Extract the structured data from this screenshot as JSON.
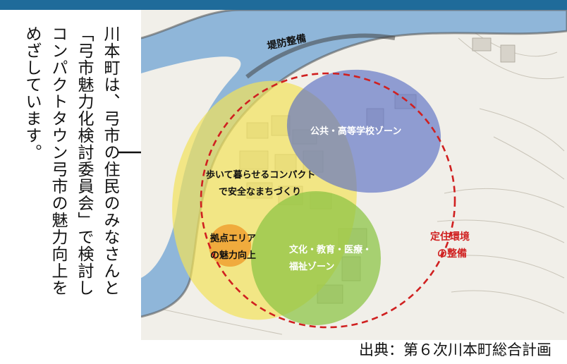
{
  "text_lines": [
    "川本町は、弓市の住民のみなさんと",
    "「弓市魅力化検討委員会」で検討し",
    "コンパクトタウン弓市の魅力向上を",
    "めざしています。"
  ],
  "map": {
    "labels": {
      "levee": "堤防整備",
      "public_zone": "公共・高等学校ゾーン",
      "walkable_1": "歩いて暮らせるコンパクト",
      "walkable_2": "で安全なまちづくり",
      "hub_1": "拠点エリア",
      "hub_2": "の魅力向上",
      "culture_1": "文化・教育・医療・",
      "culture_2": "福祉ゾーン",
      "settle_1": "定住環境",
      "settle_2": "の整備"
    },
    "colors": {
      "river": "#8fb6d9",
      "yellow_zone": "#f2e35a",
      "blue_zone": "#5a6fc4",
      "green_zone": "#8ac442",
      "orange_zone": "#f0a030",
      "dashed_circle": "#d02020",
      "settle_text": "#d02020"
    }
  },
  "source": "出典：第６次川本町総合計画"
}
